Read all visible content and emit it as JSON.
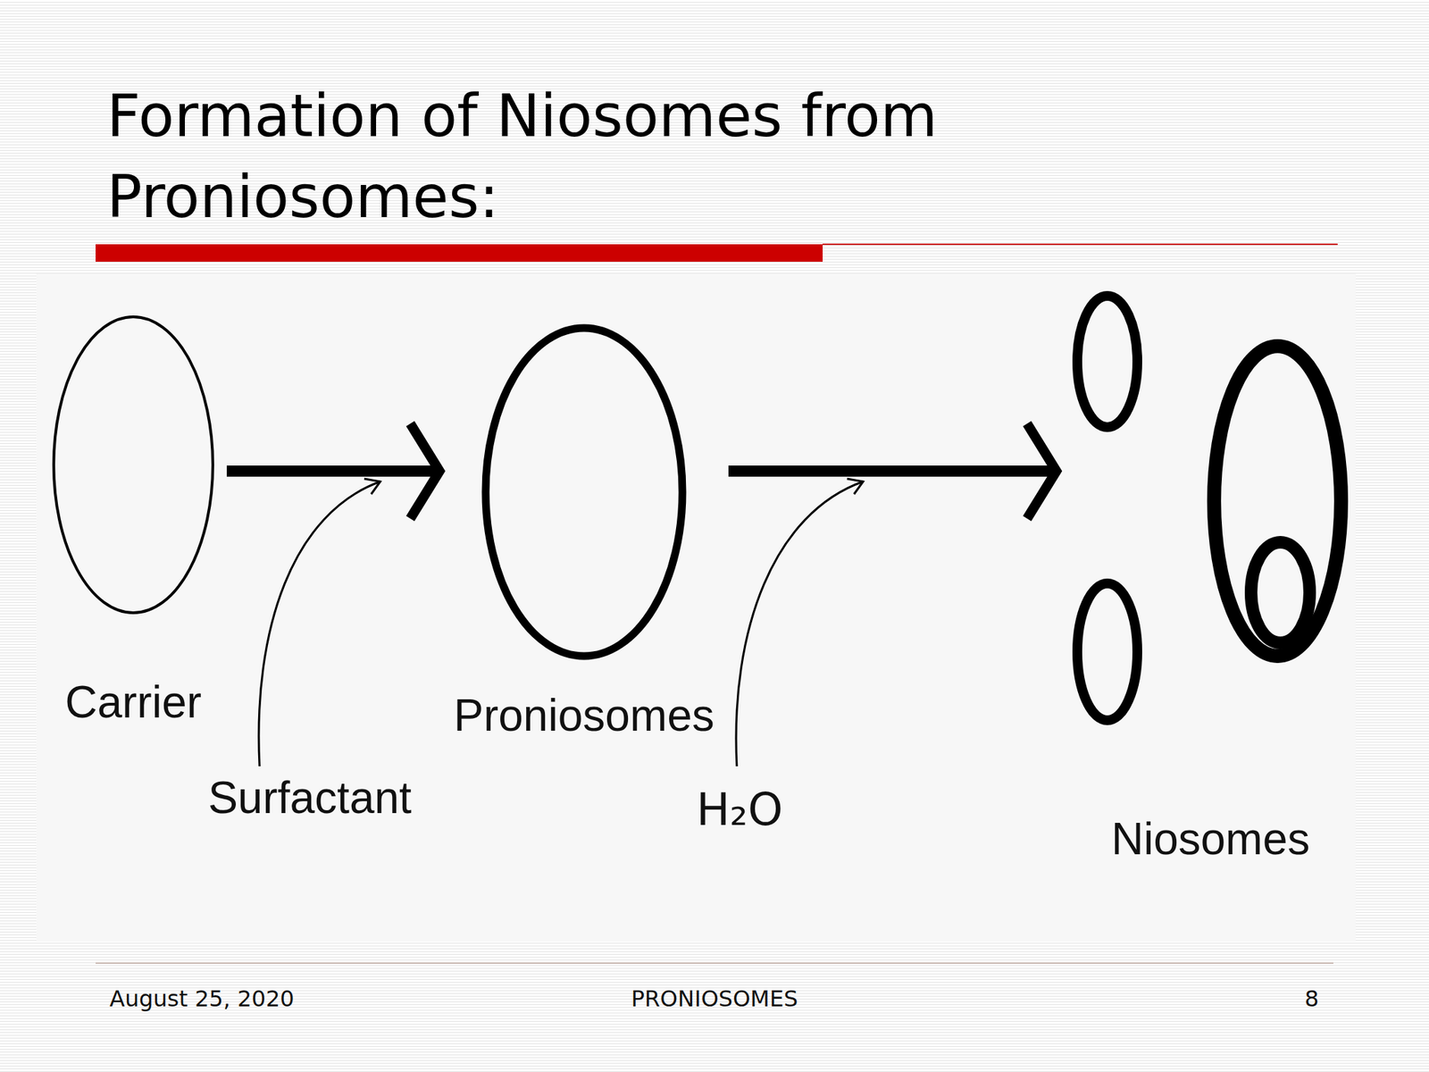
{
  "diagram": {
    "title": "Formation of Niosomes from Proniosomes:",
    "nodes": [
      {
        "text": [
          "Carrier"
        ]
      },
      {
        "text": [
          "Proniosomes"
        ]
      },
      {
        "text": [
          "Niosomes"
        ]
      }
    ],
    "edges": [
      {
        "from": 0,
        "to": 1,
        "arrow": "to"
      },
      {
        "from": 1,
        "to": 2,
        "arrow": "to"
      }
    ],
    "labels": [
      "Surfactant",
      "H₂O",
      "August 25, 2020",
      "PRONIOSOMES",
      "8"
    ]
  }
}
